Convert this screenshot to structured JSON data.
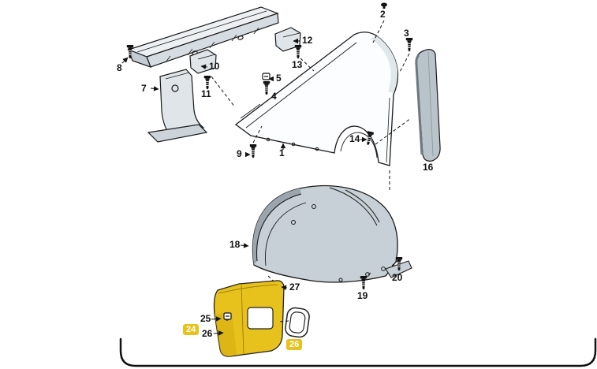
{
  "diagram": {
    "kind": "car-parts-exploded-diagram",
    "subject": "Front fender, wheel arch liner and splash guard",
    "sections": [
      "fender-assembly",
      "wheel-arch-liner-assembly"
    ],
    "colors": {
      "highlight_badge": "#e8c21c",
      "splash_guard_yellow": "#e8c21c",
      "part_gray": "#c7d0d6",
      "line": "#1a1a1a",
      "background": "#ffffff"
    }
  },
  "callouts": [
    {
      "id": "1",
      "text": "1",
      "highlighted": false
    },
    {
      "id": "2",
      "text": "2",
      "highlighted": false
    },
    {
      "id": "3",
      "text": "3",
      "highlighted": false
    },
    {
      "id": "4",
      "text": "4",
      "highlighted": false
    },
    {
      "id": "5",
      "text": "5",
      "highlighted": false
    },
    {
      "id": "7",
      "text": "7",
      "highlighted": false
    },
    {
      "id": "8",
      "text": "8",
      "highlighted": false
    },
    {
      "id": "9",
      "text": "9",
      "highlighted": false
    },
    {
      "id": "10",
      "text": "10",
      "highlighted": false
    },
    {
      "id": "11",
      "text": "11",
      "highlighted": false
    },
    {
      "id": "12",
      "text": "12",
      "highlighted": false
    },
    {
      "id": "13",
      "text": "13",
      "highlighted": false
    },
    {
      "id": "14",
      "text": "14",
      "highlighted": false
    },
    {
      "id": "16",
      "text": "16",
      "highlighted": false
    },
    {
      "id": "18",
      "text": "18",
      "highlighted": false
    },
    {
      "id": "19",
      "text": "19",
      "highlighted": false
    },
    {
      "id": "20",
      "text": "20",
      "highlighted": false
    },
    {
      "id": "24",
      "text": "24",
      "highlighted": true
    },
    {
      "id": "25",
      "text": "25",
      "highlighted": false
    },
    {
      "id": "26a",
      "text": "26",
      "highlighted": false
    },
    {
      "id": "26b",
      "text": "26",
      "highlighted": true
    },
    {
      "id": "27",
      "text": "27",
      "highlighted": false
    }
  ]
}
